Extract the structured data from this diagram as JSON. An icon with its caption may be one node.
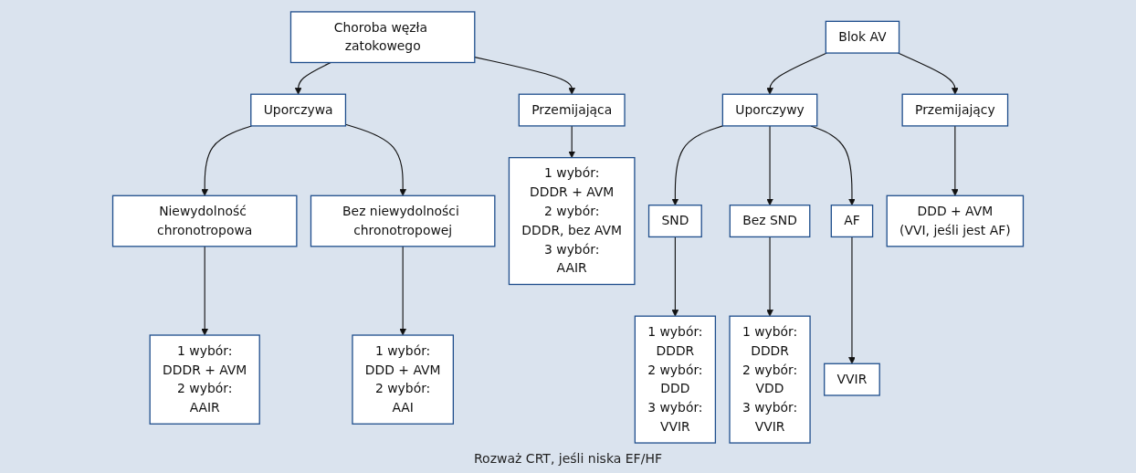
{
  "diagram": {
    "nodes": [
      {
        "text": [
          "Choroba węzła zatokowego"
        ]
      },
      {
        "text": [
          "Uporczywa"
        ]
      },
      {
        "text": [
          "Przemijająca"
        ]
      },
      {
        "text": [
          "Niewydolność chronotropowa"
        ]
      },
      {
        "text": [
          "Bez niewydolności chronotropowej"
        ]
      },
      {
        "text": [
          "1 wybór:",
          "DDDR + AVM",
          "2 wybór:",
          "AAIR"
        ]
      },
      {
        "text": [
          "1 wybór:",
          "DDD + AVM",
          "2 wybór:",
          "AAI"
        ]
      },
      {
        "text": [
          "1 wybór:",
          "DDDR + AVM",
          "2 wybór:",
          "DDDR, bez AVM",
          "3 wybór:",
          "AAIR"
        ]
      },
      {
        "text": [
          "Blok AV"
        ]
      },
      {
        "text": [
          "Uporczywy"
        ]
      },
      {
        "text": [
          "Przemijający"
        ]
      },
      {
        "text": [
          "SND"
        ]
      },
      {
        "text": [
          "Bez SND"
        ]
      },
      {
        "text": [
          "AF"
        ]
      },
      {
        "text": [
          "1 wybór:",
          "DDDR",
          "2 wybór:",
          "DDD",
          "3 wybór:",
          "VVIR"
        ]
      },
      {
        "text": [
          "1 wybór:",
          "DDDR",
          "2 wybór:",
          "VDD",
          "3 wybór:",
          "VVIR"
        ]
      },
      {
        "text": [
          "VVIR"
        ]
      },
      {
        "text": [
          "DDD + AVM",
          "(VVI, jeśli jest AF)"
        ]
      }
    ],
    "edges": [
      {
        "from": 0,
        "to": 1,
        "arrow": "to"
      },
      {
        "from": 0,
        "to": 2,
        "arrow": "to"
      },
      {
        "from": 1,
        "to": 3,
        "arrow": "to"
      },
      {
        "from": 1,
        "to": 4,
        "arrow": "to"
      },
      {
        "from": 3,
        "to": 5,
        "arrow": "to"
      },
      {
        "from": 4,
        "to": 6,
        "arrow": "to"
      },
      {
        "from": 2,
        "to": 7,
        "arrow": "to"
      },
      {
        "from": 8,
        "to": 9,
        "arrow": "to"
      },
      {
        "from": 8,
        "to": 10,
        "arrow": "to"
      },
      {
        "from": 9,
        "to": 11,
        "arrow": "to"
      },
      {
        "from": 9,
        "to": 12,
        "arrow": "to"
      },
      {
        "from": 9,
        "to": 13,
        "arrow": "to"
      },
      {
        "from": 11,
        "to": 14,
        "arrow": "to"
      },
      {
        "from": 12,
        "to": 15,
        "arrow": "to"
      },
      {
        "from": 13,
        "to": 16,
        "arrow": "to"
      },
      {
        "from": 10,
        "to": 17,
        "arrow": "to"
      }
    ],
    "labels": [
      "Rozważ CRT, jeśli niska EF/HF"
    ]
  }
}
